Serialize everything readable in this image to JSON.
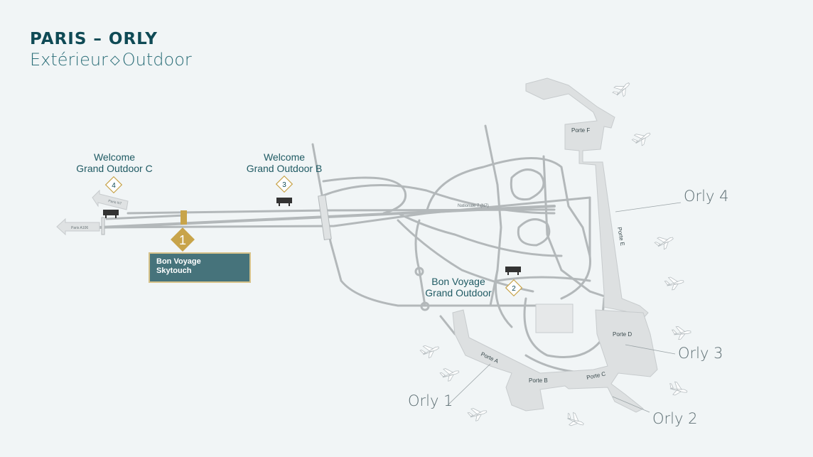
{
  "header": {
    "title": "PARIS – ORLY",
    "subtitle_fr": "Extérieur",
    "subtitle_en": "Outdoor",
    "subtitle_separator": "◇"
  },
  "zones": {
    "welcome_c": {
      "line1": "Welcome",
      "line2": "Grand Outdoor C",
      "number": "4"
    },
    "welcome_b": {
      "line1": "Welcome",
      "line2": "Grand Outdoor B",
      "number": "3"
    },
    "bon_voyage_go": {
      "line1": "Bon Voyage",
      "line2": "Grand Outdoor",
      "number": "2"
    },
    "bon_voyage_sky": {
      "line1": "Bon Voyage",
      "line2": "Skytouch",
      "number": "1"
    }
  },
  "terminals": {
    "orly1": "Orly 1",
    "orly2": "Orly 2",
    "orly3": "Orly 3",
    "orly4": "Orly 4"
  },
  "gates": {
    "a": "Porte A",
    "b": "Porte B",
    "c": "Porte C",
    "d": "Porte D",
    "e": "Porte E",
    "f": "Porte F"
  },
  "roads": {
    "n7": "Nationale 7 (N7)",
    "paris_n7": "Paris N7",
    "paris_a106": "Paris A106"
  },
  "colors": {
    "accent_gold": "#c8a44a",
    "teal": "#46737b",
    "road": "#b3b8ba",
    "terminal": "#dde0e1"
  },
  "icons": {
    "plane": "plane-icon",
    "billboard": "billboard-icon",
    "arrow": "direction-arrow-icon"
  }
}
